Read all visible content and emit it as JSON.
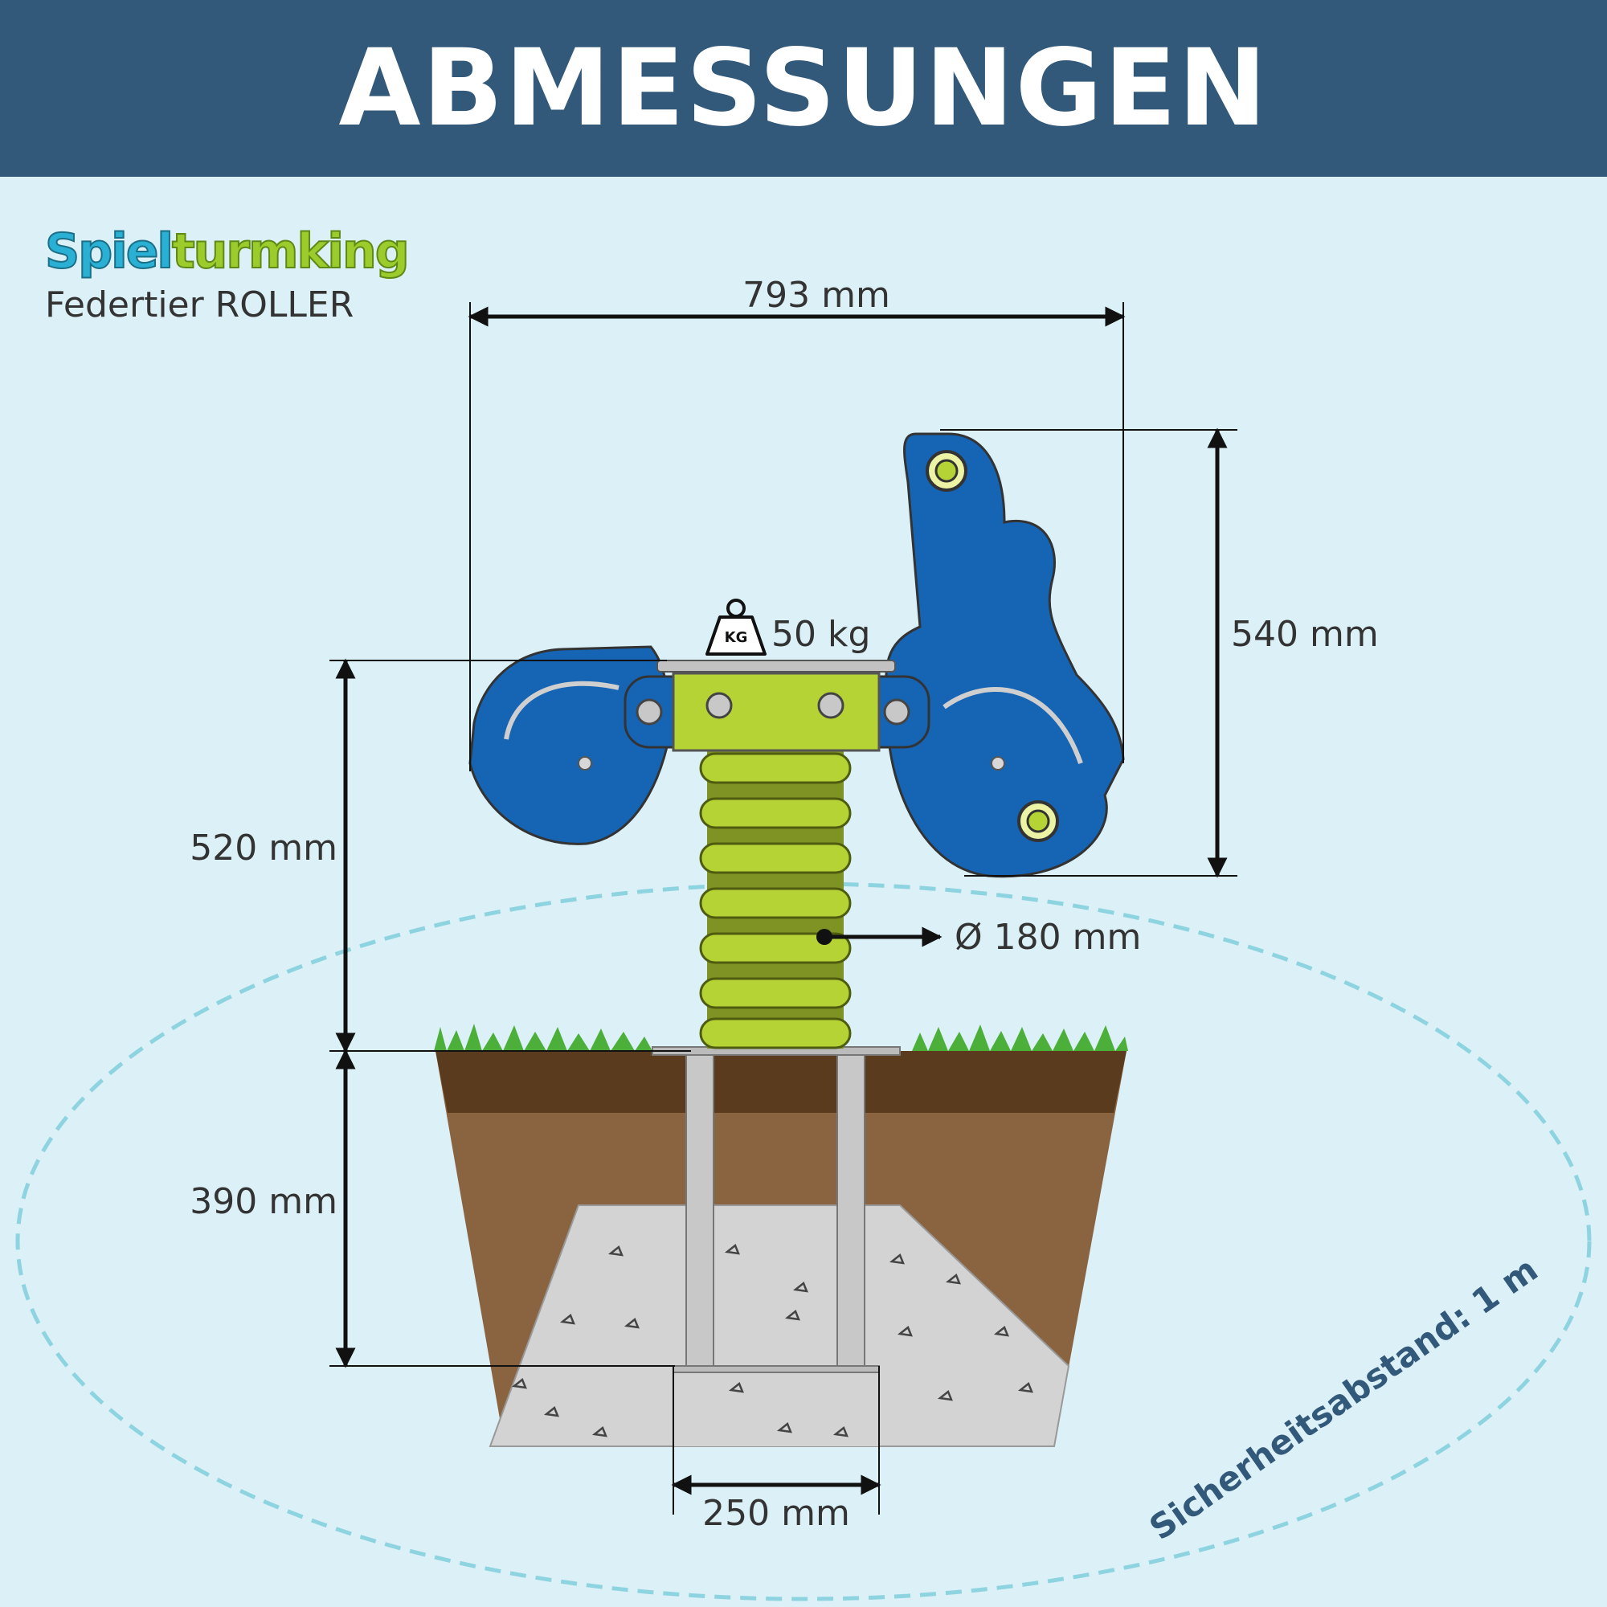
{
  "header": {
    "title": "ABMESSUNGEN"
  },
  "brand": {
    "logo_part1": "Spiel",
    "logo_part2": "turmking",
    "product": "Federtier ROLLER"
  },
  "dimensions": {
    "width": "793 mm",
    "body_height": "540 mm",
    "seat_height": "520 mm",
    "foundation_depth": "390 mm",
    "foundation_width": "250 mm",
    "spring_diameter": "Ø 180 mm",
    "max_load": "50 kg",
    "weight_icon_label": "KG"
  },
  "safety": {
    "label": "Sicherheitsabstand: 1 m"
  },
  "colors": {
    "header_bg": "#33597a",
    "background": "#dcf0f7",
    "body_blue": "#1664b4",
    "spring_green": "#b5d334",
    "soil_dark": "#5b3b1e",
    "soil_light": "#8a6441",
    "concrete": "#d3d3d3",
    "safety_dash": "#8ed3e0"
  }
}
